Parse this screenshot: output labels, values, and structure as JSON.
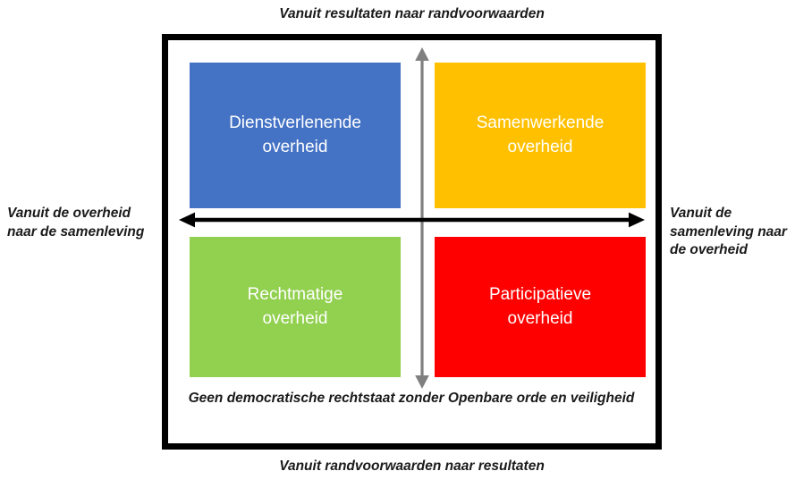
{
  "diagram": {
    "title_top": "Vanuit resultaten naar randvoorwaarden",
    "title_bottom": "Vanuit randvoorwaarden naar resultaten",
    "label_left": "Vanuit de overheid naar de samenleving",
    "label_right": "Vanuit de samenleving naar de overheid",
    "inner_note": "Geen democratische rechtstaat zonder Openbare orde en veiligheid",
    "frame_color": "#000000",
    "vertical_arrow_color": "#808080",
    "horizontal_arrow_color": "#000000",
    "quadrants": [
      {
        "id": "top-left",
        "label": "Dienstverlenende\noverheid",
        "color": "#4472C4",
        "text_color": "#FFFFFF"
      },
      {
        "id": "top-right",
        "label": "Samenwerkende\noverheid",
        "color": "#FFC000",
        "text_color": "#FFFFFF"
      },
      {
        "id": "bottom-left",
        "label": "Rechtmatige\noverheid",
        "color": "#92D050",
        "text_color": "#FFFFFF"
      },
      {
        "id": "bottom-right",
        "label": "Participatieve\noverheid",
        "color": "#FF0000",
        "text_color": "#FFFFFF"
      }
    ],
    "icons": {
      "vertical_axis": "vertical-double-arrow-icon",
      "horizontal_axis": "horizontal-double-arrow-icon"
    }
  }
}
